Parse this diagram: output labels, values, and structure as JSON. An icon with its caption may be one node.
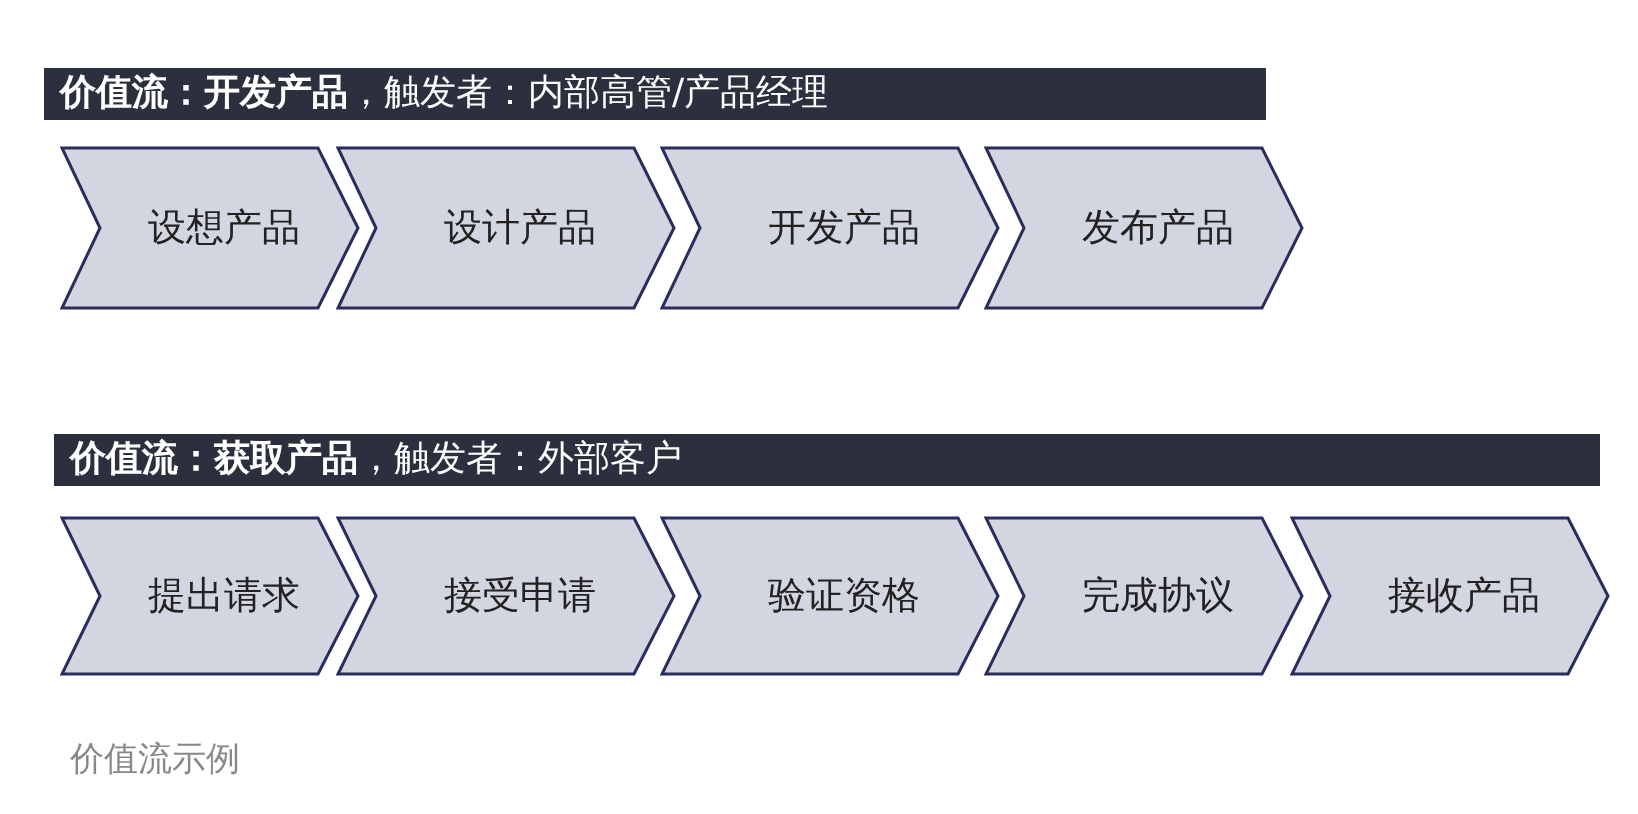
{
  "diagram": {
    "caption": "价值流示例",
    "nodes": [
      {
        "text": [
          "**价值流：开发产品**，触发者：内部高管/产品经理"
        ]
      },
      {
        "text": [
          "设想产品"
        ]
      },
      {
        "text": [
          "设计产品"
        ]
      },
      {
        "text": [
          "开发产品"
        ]
      },
      {
        "text": [
          "发布产品"
        ]
      },
      {
        "text": [
          "**价值流：获取产品**，触发者：外部客户"
        ]
      },
      {
        "text": [
          "提出请求"
        ]
      },
      {
        "text": [
          "接受申请"
        ]
      },
      {
        "text": [
          "验证资格"
        ]
      },
      {
        "text": [
          "完成协议"
        ]
      },
      {
        "text": [
          "接收产品"
        ]
      }
    ],
    "edges": []
  }
}
